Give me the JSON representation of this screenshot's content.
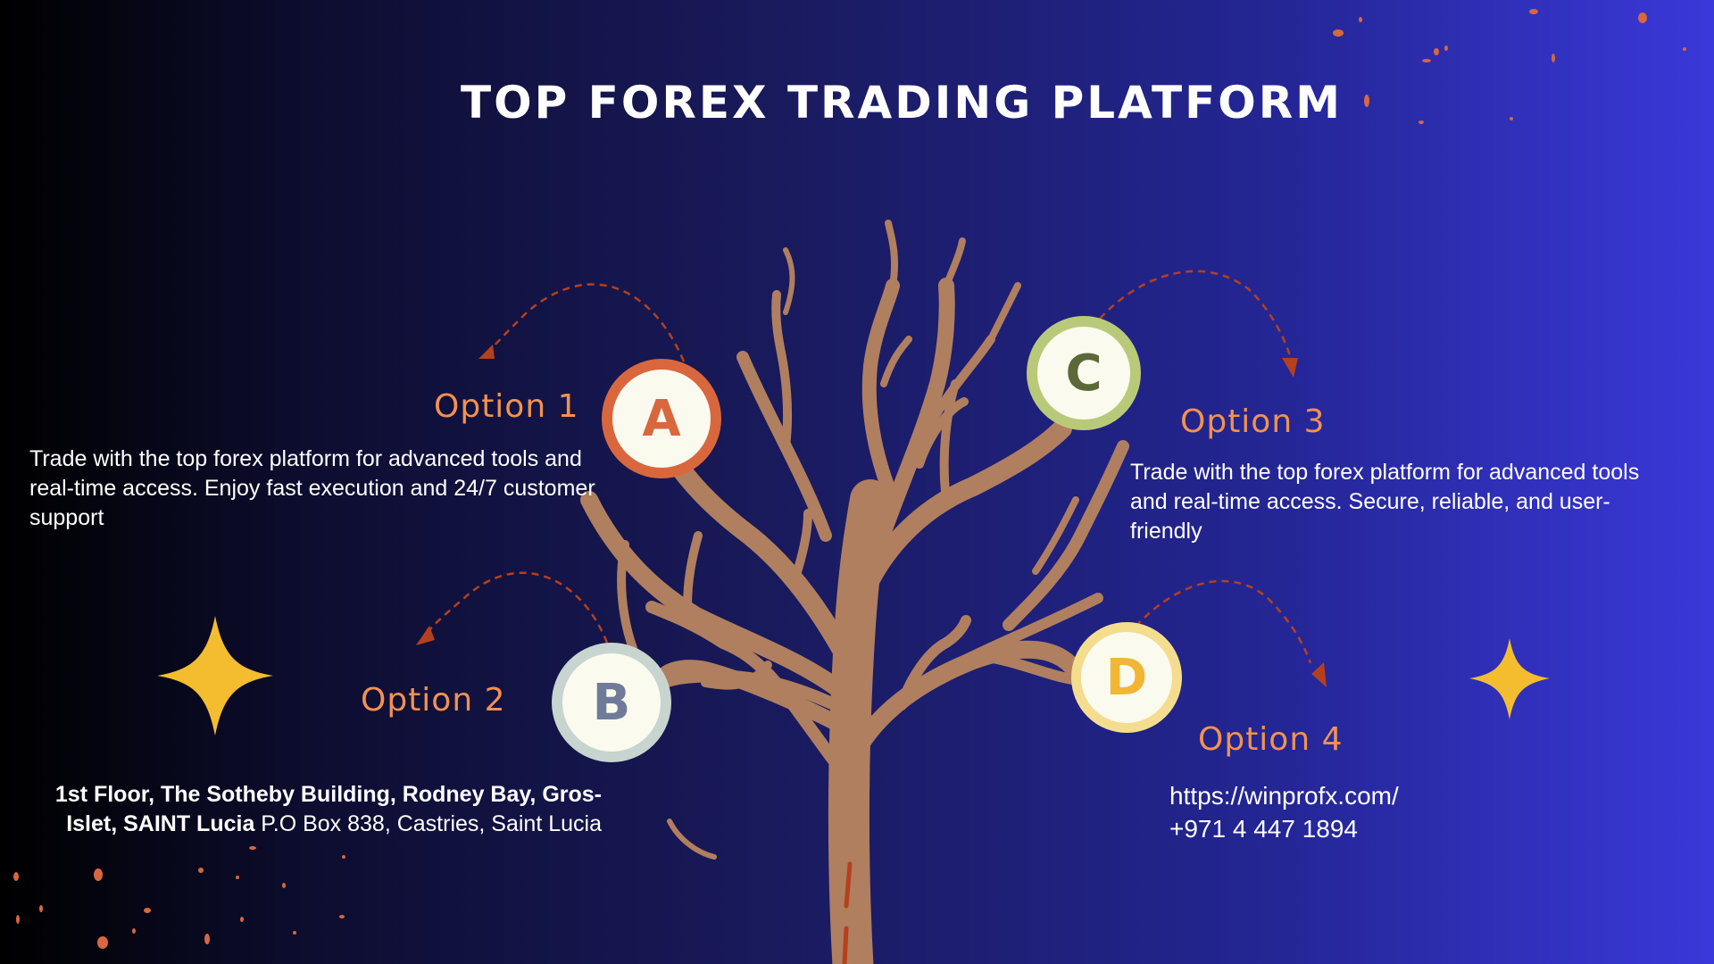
{
  "title": "Top Forex Trading Platform",
  "options": [
    {
      "letter": "A",
      "label": "Option 1",
      "text": "Trade with the top forex platform for advanced tools and real-time access. Enjoy fast execution and 24/7 customer support",
      "ring_color": "#d9673d",
      "letter_color": "#d9673d"
    },
    {
      "letter": "B",
      "label": "Option 2",
      "address_bold": "1st Floor, The Sotheby Building, Rodney Bay, Gros-Islet, SAINT Lucia",
      "address_rest": " P.O Box 838, Castries, Saint Lucia",
      "ring_color": "#c7d4cf",
      "letter_color": "#6f7b98"
    },
    {
      "letter": "C",
      "label": "Option 3",
      "text": "Trade with the top forex platform for advanced tools and real-time access. Secure, reliable, and user-friendly",
      "ring_color": "#b9c97a",
      "letter_color": "#5c6838"
    },
    {
      "letter": "D",
      "label": "Option 4",
      "website": "https://winprofx.com/",
      "phone": "+971 4 447 1894",
      "ring_color": "#f5dd8f",
      "letter_color": "#f2b634"
    }
  ],
  "colors": {
    "tree": "#b07f5f",
    "star": "#f3bd2f",
    "arrow": "#b5401e",
    "badge_fill": "#fbfaee",
    "accent": "#f2924f"
  }
}
